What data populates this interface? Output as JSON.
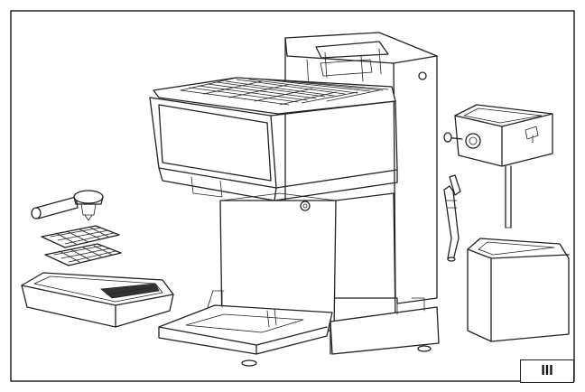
{
  "figure": {
    "label": "III",
    "border_color": "#222222",
    "line_color": "#222222",
    "parts": [
      "espresso-machine-body",
      "cup-warmer-grille",
      "control-panel",
      "portafilter",
      "filter-baskets",
      "drip-tray",
      "steam-wand",
      "water-tank-lid",
      "water-tank",
      "water-inlet-tube"
    ]
  }
}
